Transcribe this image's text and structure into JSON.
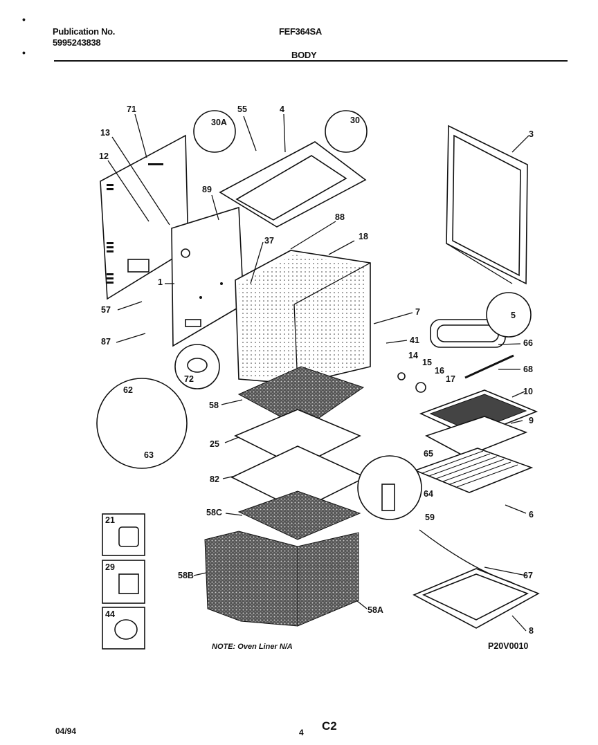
{
  "header": {
    "publication_label": "Publication No.",
    "publication_number": "5995243838",
    "model": "FEF364SA",
    "section": "BODY"
  },
  "note": "NOTE: Oven Liner N/A",
  "figure_code": "P20V0010",
  "footer": {
    "date": "04/94",
    "page": "4",
    "code": "C2"
  },
  "part_labels": [
    "71",
    "13",
    "12",
    "30A",
    "55",
    "4",
    "30",
    "3",
    "89",
    "88",
    "18",
    "37",
    "1",
    "57",
    "87",
    "7",
    "41",
    "66",
    "68",
    "5",
    "14",
    "15",
    "16",
    "17",
    "72",
    "58",
    "10",
    "9",
    "62",
    "25",
    "63",
    "65",
    "82",
    "64",
    "6",
    "59",
    "58C",
    "21",
    "29",
    "58B",
    "67",
    "44",
    "58A",
    "8"
  ]
}
